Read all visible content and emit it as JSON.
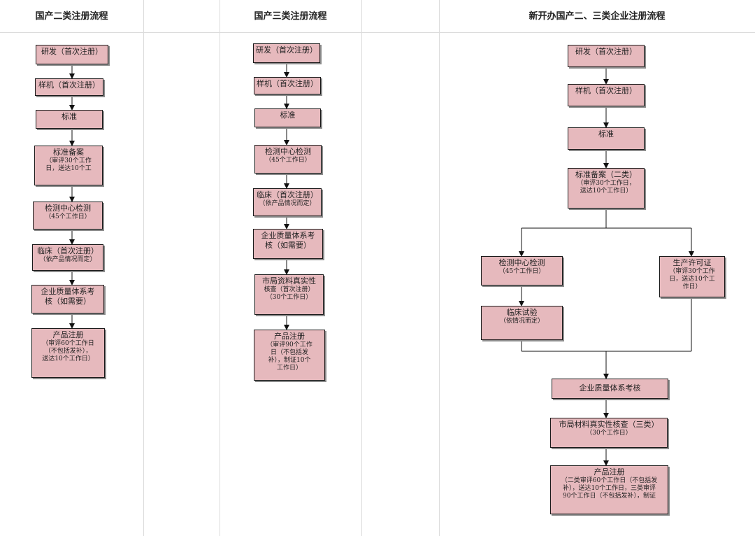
{
  "columns": [
    {
      "title": "国产二类注册流程",
      "steps": [
        {
          "title": "研发（首次注册）",
          "detail": ""
        },
        {
          "title": "样机（首次注册）",
          "detail": ""
        },
        {
          "title": "标准",
          "detail": ""
        },
        {
          "title": "标准备案",
          "detail": "（审评30个工作\n日，送达10个工"
        },
        {
          "title": "检测中心检测",
          "detail": "（45个工作日）"
        },
        {
          "title": "临床（首次注册）",
          "detail": "（依产品情况而定）"
        },
        {
          "title": "企业质量体系考",
          "detail": "核（如需要）"
        },
        {
          "title": "产品注册",
          "detail": "（审评60个工作日\n（不包括发补），\n送达10个工作日）"
        }
      ]
    },
    {
      "title": "国产三类注册流程",
      "steps": [
        {
          "title": "研发（首次注册）",
          "detail": ""
        },
        {
          "title": "样机（首次注册）",
          "detail": ""
        },
        {
          "title": "标准",
          "detail": ""
        },
        {
          "title": "检测中心检测",
          "detail": "（45个工作日）"
        },
        {
          "title": "临床（首次注册）",
          "detail": "（依产品情况而定）"
        },
        {
          "title": "企业质量体系考",
          "detail": "核（如需要）"
        },
        {
          "title": "市局资料真实性",
          "detail": "核查（首次注册）\n（30个工作日）"
        },
        {
          "title": "产品注册",
          "detail": "（审评90个工作\n日（不包括发\n补），制证10个\n工作日）"
        }
      ]
    },
    {
      "title": "新开办国产二、三类企业注册流程",
      "steps": [
        {
          "title": "研发（首次注册）",
          "detail": ""
        },
        {
          "title": "样机（首次注册）",
          "detail": ""
        },
        {
          "title": "标准",
          "detail": ""
        },
        {
          "title": "标准备案（二类）",
          "detail": "（审评30个工作日，\n送达10个工作日）"
        },
        {
          "title": "检测中心检测",
          "detail": "（45个工作日）"
        },
        {
          "title": "临床试验",
          "detail": "（依情况而定）"
        },
        {
          "title": "生产许可证",
          "detail": "（审评30个工作\n日，送达10个工\n作日）"
        },
        {
          "title": "企业质量体系考核",
          "detail": ""
        },
        {
          "title": "市局材料真实性核查（三类）",
          "detail": "（30个工作日）"
        },
        {
          "title": "产品注册",
          "detail": "（二类审评60个工作日（不包括发\n补），送达10个工作日，三类审评\n90个工作日（不包括发补），制证"
        }
      ]
    }
  ]
}
